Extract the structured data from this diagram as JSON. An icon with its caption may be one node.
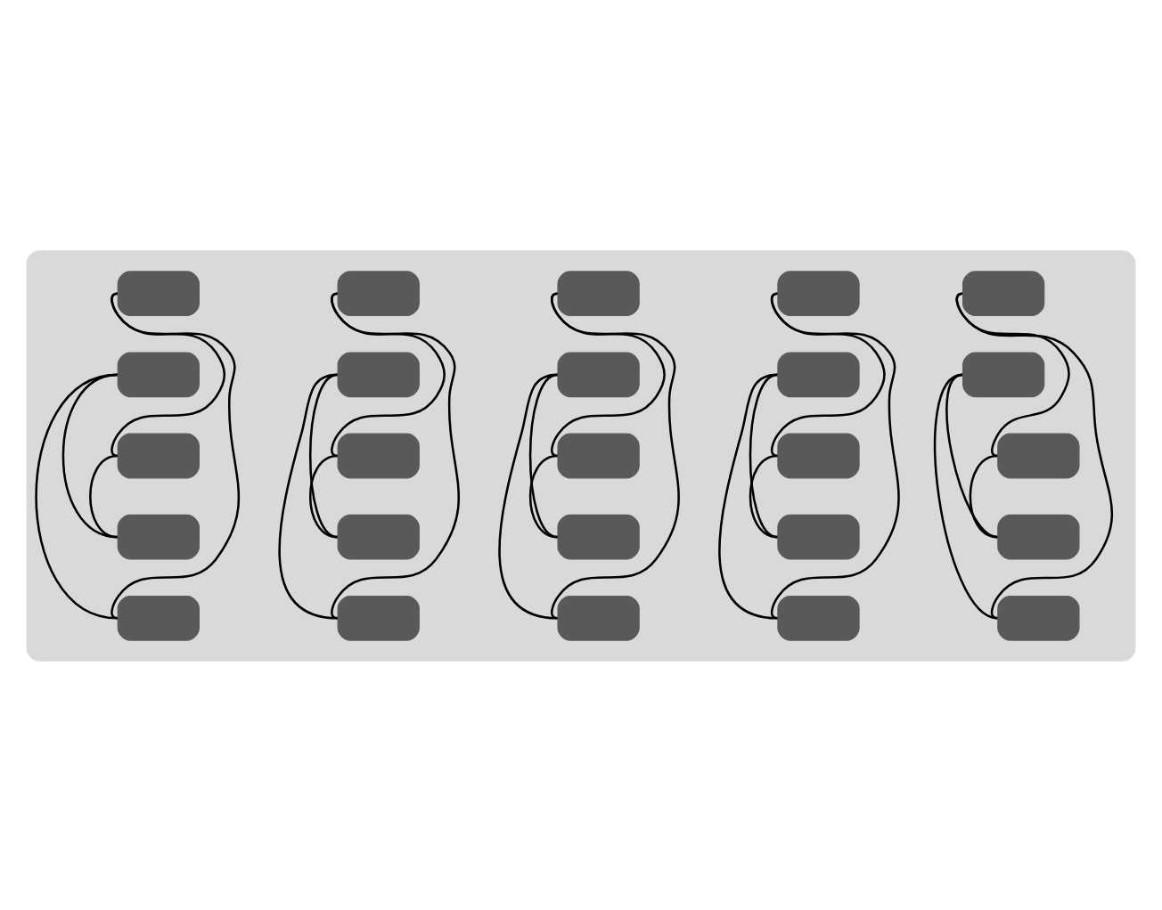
{
  "diagram": {
    "nodes": [
      {
        "text": [],
        "shape": "box"
      },
      {
        "text": [],
        "shape": "box",
        "in": 0
      },
      {
        "text": [],
        "shape": "box",
        "in": 0
      },
      {
        "text": [],
        "shape": "box",
        "in": 0
      },
      {
        "text": [],
        "shape": "box",
        "in": 0
      },
      {
        "text": [],
        "shape": "box",
        "in": 0
      },
      {
        "text": [],
        "shape": "box",
        "in": 0
      },
      {
        "text": [],
        "shape": "box",
        "in": 0
      },
      {
        "text": [],
        "shape": "box",
        "in": 0
      },
      {
        "text": [],
        "shape": "box",
        "in": 0
      },
      {
        "text": [],
        "shape": "box",
        "in": 0
      },
      {
        "text": [],
        "shape": "box",
        "in": 0
      },
      {
        "text": [],
        "shape": "box",
        "in": 0
      },
      {
        "text": [],
        "shape": "box",
        "in": 0
      },
      {
        "text": [],
        "shape": "box",
        "in": 0
      },
      {
        "text": [],
        "shape": "box",
        "in": 0
      },
      {
        "text": [],
        "shape": "box",
        "in": 0
      },
      {
        "text": [],
        "shape": "box",
        "in": 0
      },
      {
        "text": [],
        "shape": "box",
        "in": 0
      },
      {
        "text": [],
        "shape": "box",
        "in": 0
      },
      {
        "text": [],
        "shape": "box",
        "in": 0
      },
      {
        "text": [],
        "shape": "box",
        "in": 0
      },
      {
        "text": [],
        "shape": "box",
        "in": 0
      },
      {
        "text": [],
        "shape": "box",
        "in": 0
      },
      {
        "text": [],
        "shape": "box",
        "in": 0
      },
      {
        "text": [],
        "shape": "box",
        "in": 0
      }
    ],
    "edges": [
      {
        "from": 1,
        "to": 5,
        "arrow": "none"
      },
      {
        "from": 1,
        "to": 3,
        "arrow": "none"
      },
      {
        "from": 2,
        "to": 4,
        "arrow": "none"
      },
      {
        "from": 2,
        "to": 5,
        "arrow": "none"
      },
      {
        "from": 3,
        "to": 4,
        "arrow": "none"
      },
      {
        "from": 6,
        "to": 10,
        "arrow": "none"
      },
      {
        "from": 6,
        "to": 8,
        "arrow": "none"
      },
      {
        "from": 7,
        "to": 9,
        "arrow": "none"
      },
      {
        "from": 7,
        "to": 10,
        "arrow": "none"
      },
      {
        "from": 8,
        "to": 9,
        "arrow": "none"
      },
      {
        "from": 11,
        "to": 15,
        "arrow": "none"
      },
      {
        "from": 11,
        "to": 13,
        "arrow": "none"
      },
      {
        "from": 12,
        "to": 14,
        "arrow": "none"
      },
      {
        "from": 12,
        "to": 15,
        "arrow": "none"
      },
      {
        "from": 13,
        "to": 14,
        "arrow": "none"
      },
      {
        "from": 16,
        "to": 20,
        "arrow": "none"
      },
      {
        "from": 16,
        "to": 18,
        "arrow": "none"
      },
      {
        "from": 17,
        "to": 19,
        "arrow": "none"
      },
      {
        "from": 17,
        "to": 20,
        "arrow": "none"
      },
      {
        "from": 18,
        "to": 19,
        "arrow": "none"
      },
      {
        "from": 21,
        "to": 25,
        "arrow": "none"
      },
      {
        "from": 21,
        "to": 23,
        "arrow": "none"
      },
      {
        "from": 22,
        "to": 24,
        "arrow": "none"
      },
      {
        "from": 22,
        "to": 25,
        "arrow": "none"
      },
      {
        "from": 23,
        "to": 24,
        "arrow": "none"
      }
    ]
  }
}
